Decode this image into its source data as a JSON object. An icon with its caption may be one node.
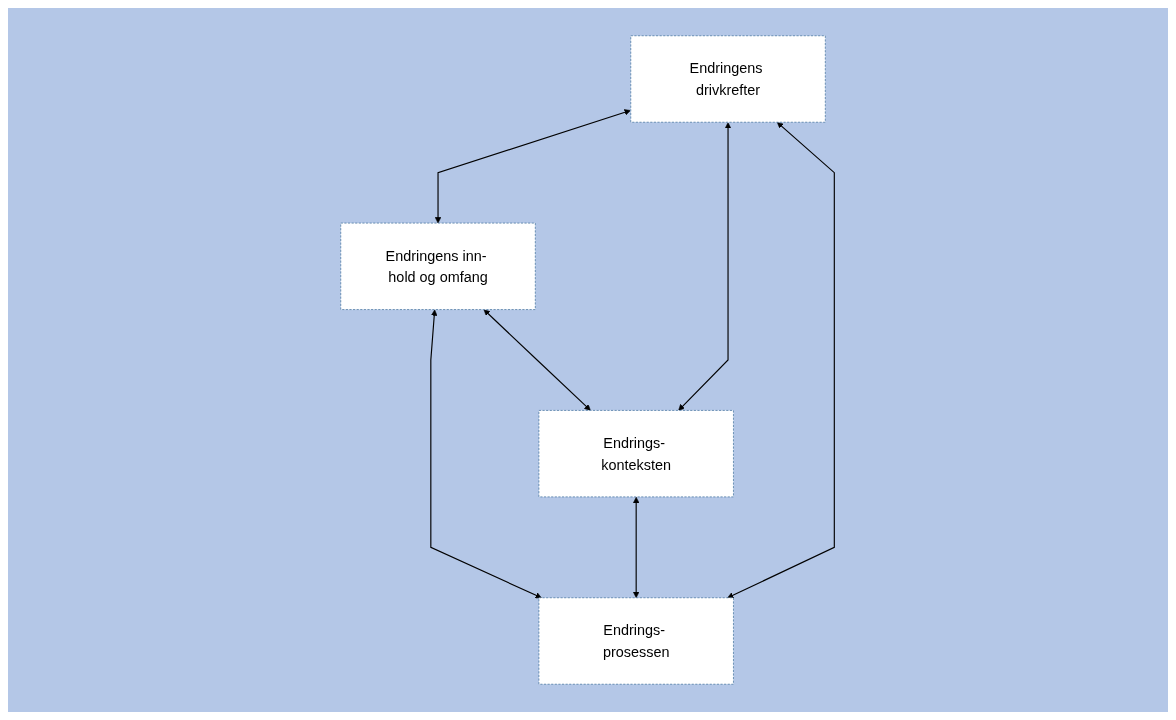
{
  "diagram": {
    "nodes": [
      {
        "text": [
          "Endringens drivkrefter"
        ]
      },
      {
        "text": [
          "Endringens inn- hold og omfang"
        ]
      },
      {
        "text": [
          "Endrings- konteksten"
        ]
      },
      {
        "text": [
          "Endrings- prosessen"
        ]
      }
    ],
    "edges": [
      {
        "from": 0,
        "to": 1,
        "arrow": "both"
      },
      {
        "from": 0,
        "to": 2,
        "arrow": "both"
      },
      {
        "from": 1,
        "to": 3,
        "arrow": "both"
      },
      {
        "from": 0,
        "to": 3,
        "arrow": "both"
      },
      {
        "from": 1,
        "to": 2,
        "arrow": "both"
      },
      {
        "from": 2,
        "to": 3,
        "arrow": "both"
      }
    ]
  }
}
